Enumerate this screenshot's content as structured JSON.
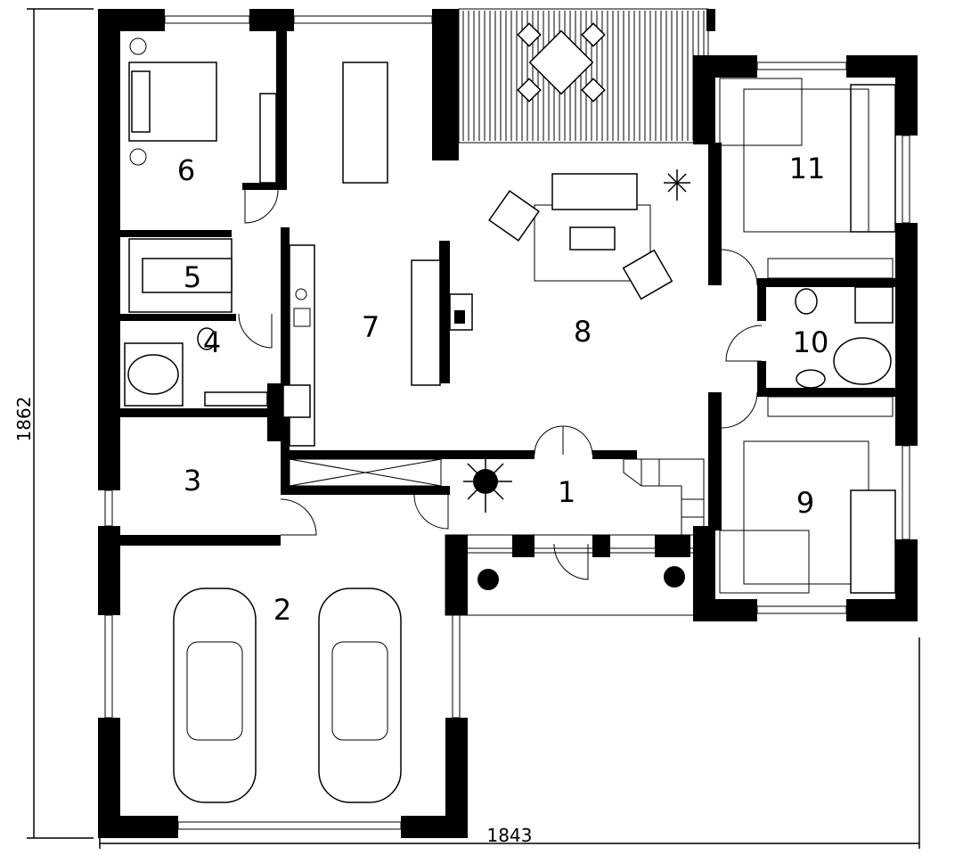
{
  "title": "Floor plan",
  "dimensions": {
    "height": "1862",
    "width": "1843"
  },
  "rooms": [
    {
      "label": "1"
    },
    {
      "label": "2"
    },
    {
      "label": "3"
    },
    {
      "label": "4"
    },
    {
      "label": "5"
    },
    {
      "label": "6"
    },
    {
      "label": "7"
    },
    {
      "label": "8"
    },
    {
      "label": "9"
    },
    {
      "label": "10"
    },
    {
      "label": "11"
    }
  ],
  "colors": {
    "ink": "#000000",
    "paper": "#ffffff"
  }
}
